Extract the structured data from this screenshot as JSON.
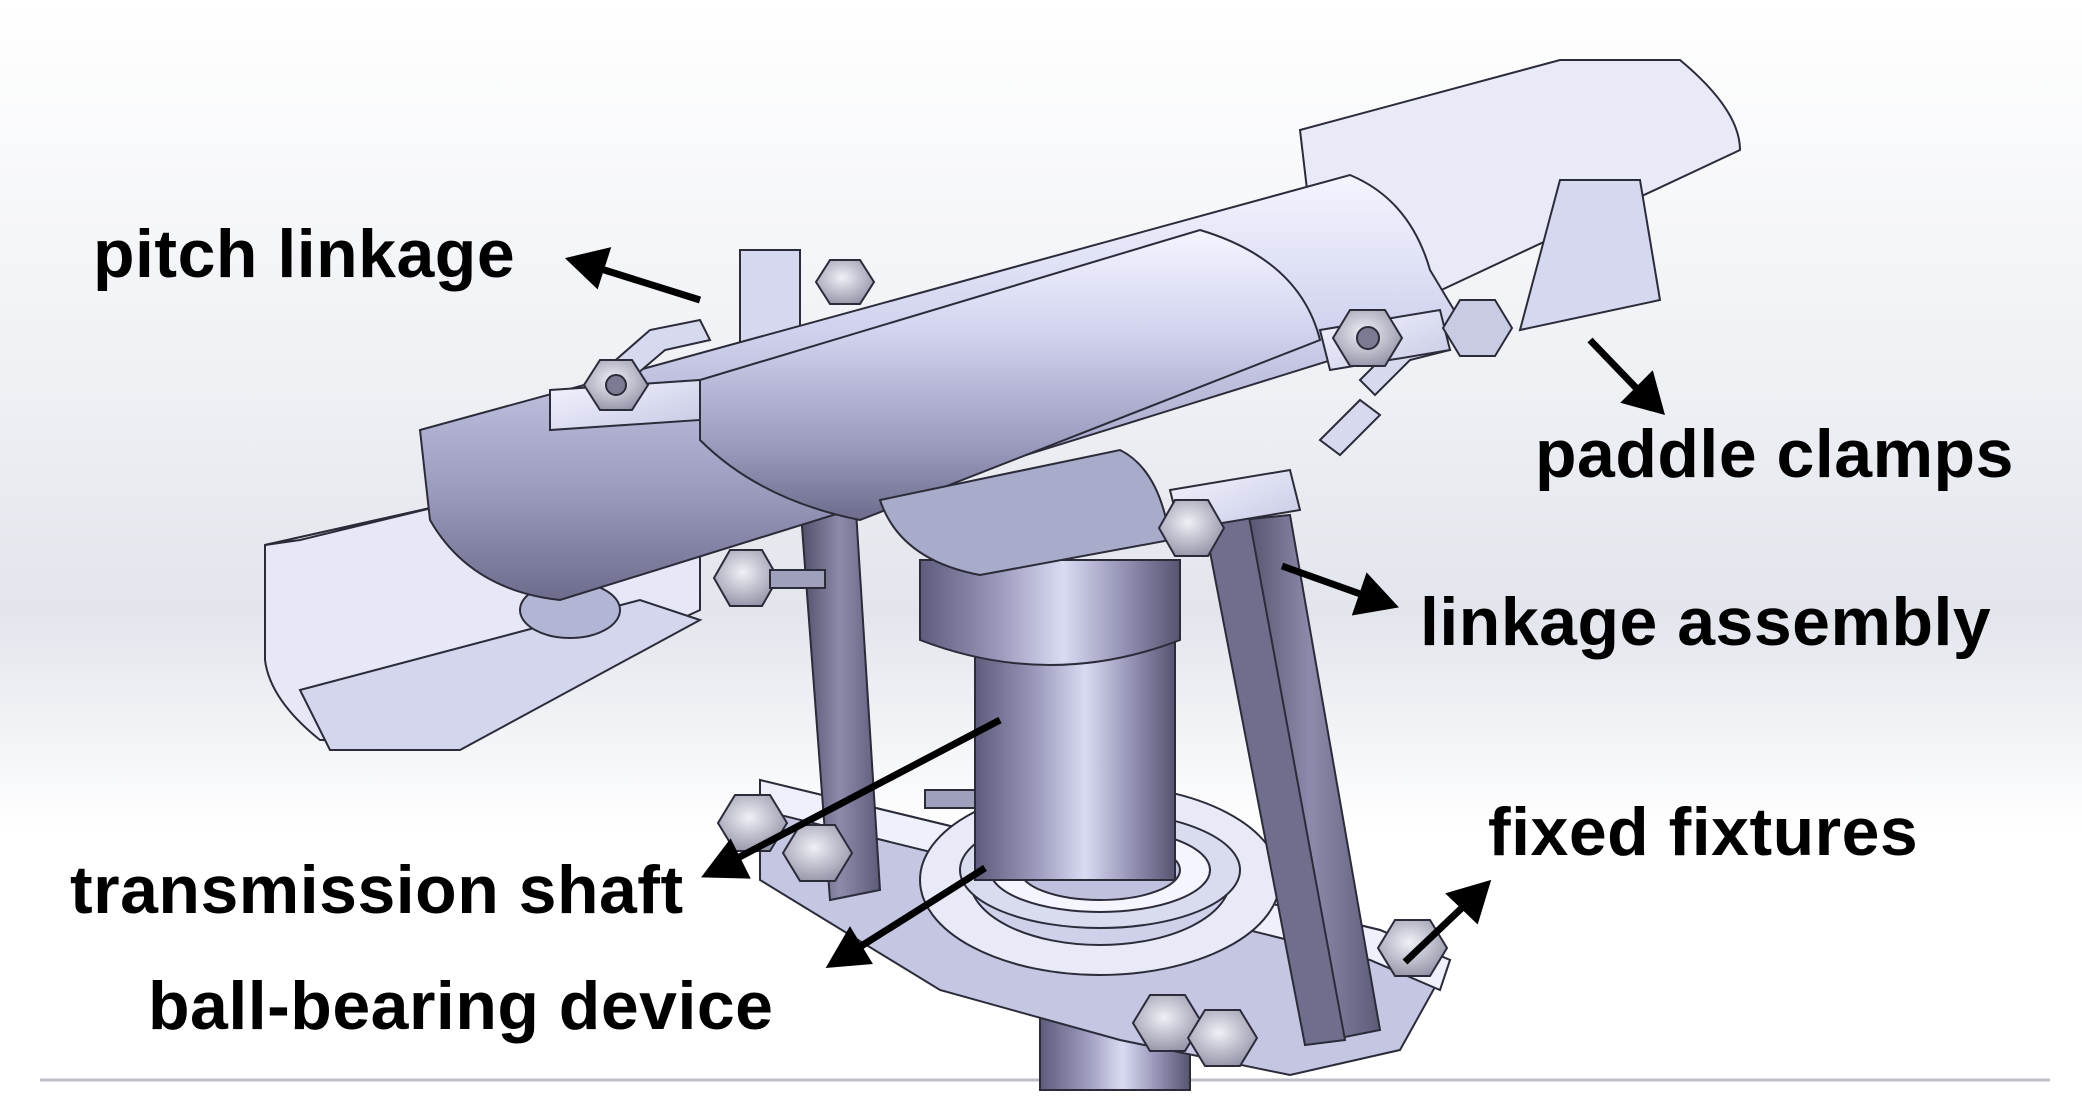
{
  "labels": {
    "pitch_linkage": "pitch linkage",
    "paddle_clamps": "paddle clamps",
    "linkage_assembly": "linkage assembly",
    "fixed_fixtures": "fixed fixtures",
    "transmission_shaft": "transmission shaft",
    "ball_bearing_device": "ball-bearing device"
  },
  "colors": {
    "metal_light": "#eef0fb",
    "metal_mid": "#b9bcd8",
    "metal_dark": "#5c5b78",
    "edge": "#2b2b3a",
    "background_top": "#ffffff",
    "background_mid": "#e3e6ee"
  }
}
